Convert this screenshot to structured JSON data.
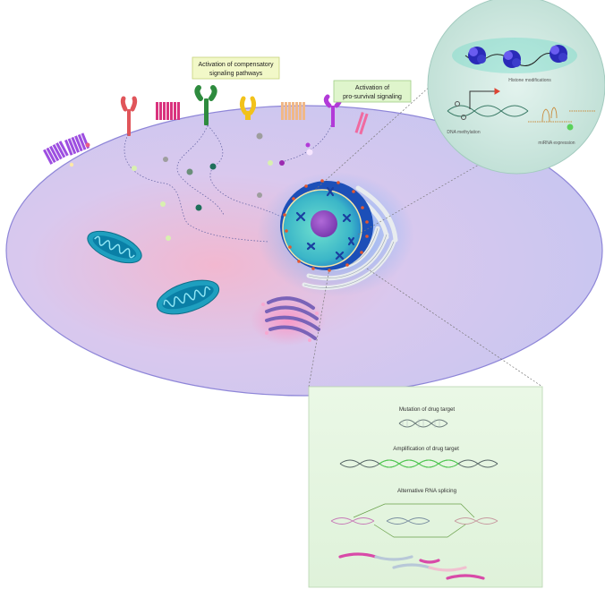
{
  "labels": {
    "compensatory": [
      "Activation of compensatory",
      "signaling pathways"
    ],
    "prosurvival": [
      "Activation of",
      "pro-survival signaling"
    ],
    "histone": "Histone modifications",
    "dna_methylation": "DNA methylation",
    "mirna": "miRNA expression",
    "mutation": "Mutation of drug target",
    "amplification": "Amplification of drug target",
    "splicing": "Alternative RNA splicing"
  },
  "colors": {
    "cell_fill": "#c9c2ee",
    "cell_border": "#8e86d8",
    "nucleus": "#2a7fd6",
    "mitochondria": "#1e9fbf",
    "golgi": "#7a63b8",
    "inset_bg": "#e6f6e4",
    "circle_bg": "#cfe8df"
  }
}
